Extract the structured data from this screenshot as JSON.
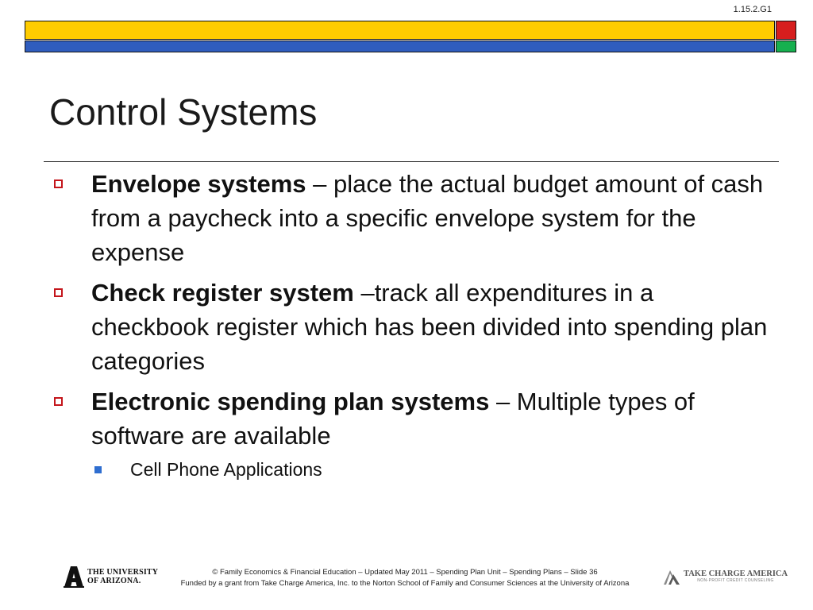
{
  "slide_code": "1.15.2.G1",
  "header_colors": {
    "yellow": "#ffcc00",
    "blue": "#2f5dbe",
    "red": "#d61e1e",
    "green": "#16b04f"
  },
  "title": "Control Systems",
  "bullets": [
    {
      "term": "Envelope systems",
      "text": " – place the actual budget amount of cash from a paycheck into a specific envelope system for the expense"
    },
    {
      "term": "Check register system",
      "text": " –track all expenditures in a checkbook register which has been divided into spending plan categories"
    },
    {
      "term": "Electronic spending plan systems",
      "text": " – Multiple types of software are available"
    }
  ],
  "sub_bullet": "Cell Phone Applications",
  "footer": {
    "line1": "© Family Economics & Financial Education – Updated May 2011 – Spending Plan Unit – Spending Plans – Slide 36",
    "line2": "Funded by a grant from Take Charge America, Inc. to the Norton School of Family and Consumer Sciences at the University of Arizona"
  },
  "logos": {
    "left_line1": "THE UNIVERSITY",
    "left_line2": "OF ARIZONA.",
    "right_name": "TAKE CHARGE AMERICA",
    "right_tagline": "NON-PROFIT CREDIT COUNSELING"
  }
}
